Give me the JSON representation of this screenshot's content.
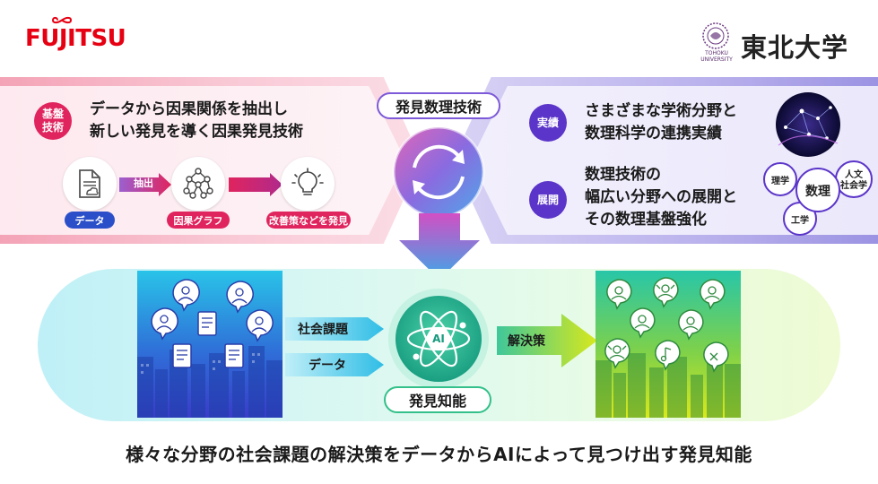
{
  "logos": {
    "fujitsu": "FUJITSU",
    "tohoku_name": "東北大学",
    "tohoku_seal_text": "TOHOKU UNIVERSITY"
  },
  "left_panel": {
    "badge": "基盤技術",
    "headline_line1": "データから因果関係を抽出し",
    "headline_line2": "新しい発見を導く因果発見技術",
    "flow": {
      "data_label": "データ",
      "extract_label": "抽出",
      "graph_label": "因果グラフ",
      "discover_label": "改善策などを発見"
    }
  },
  "center": {
    "tech_label": "発見数理技術",
    "discovery_label": "発見知能",
    "ai_text": "AI"
  },
  "right_panel": {
    "achievement_badge": "実績",
    "achievement_line1": "さまざまな学術分野と",
    "achievement_line2": "数理科学の連携実績",
    "expansion_badge": "展開",
    "expansion_line1": "数理技術の",
    "expansion_line2": "幅広い分野への展開と",
    "expansion_line3": "その数理基盤強化",
    "venn": {
      "science": "理学",
      "math": "数理",
      "humanities_line1": "人文",
      "humanities_line2": "社会学",
      "engineering": "工学"
    }
  },
  "bottom_band": {
    "input_social": "社会課題",
    "input_data": "データ",
    "output_solution": "解決策"
  },
  "caption": "様々な分野の社会課題の解決策をデータからAIによって見つけ出す発見知能",
  "colors": {
    "fujitsu_red": "#e60012",
    "badge_red": "#e0245e",
    "badge_purple": "#5b35c9",
    "pill_blue": "#2b4fc9",
    "pill_red": "#e0245e",
    "accent_green": "#33c08a"
  }
}
